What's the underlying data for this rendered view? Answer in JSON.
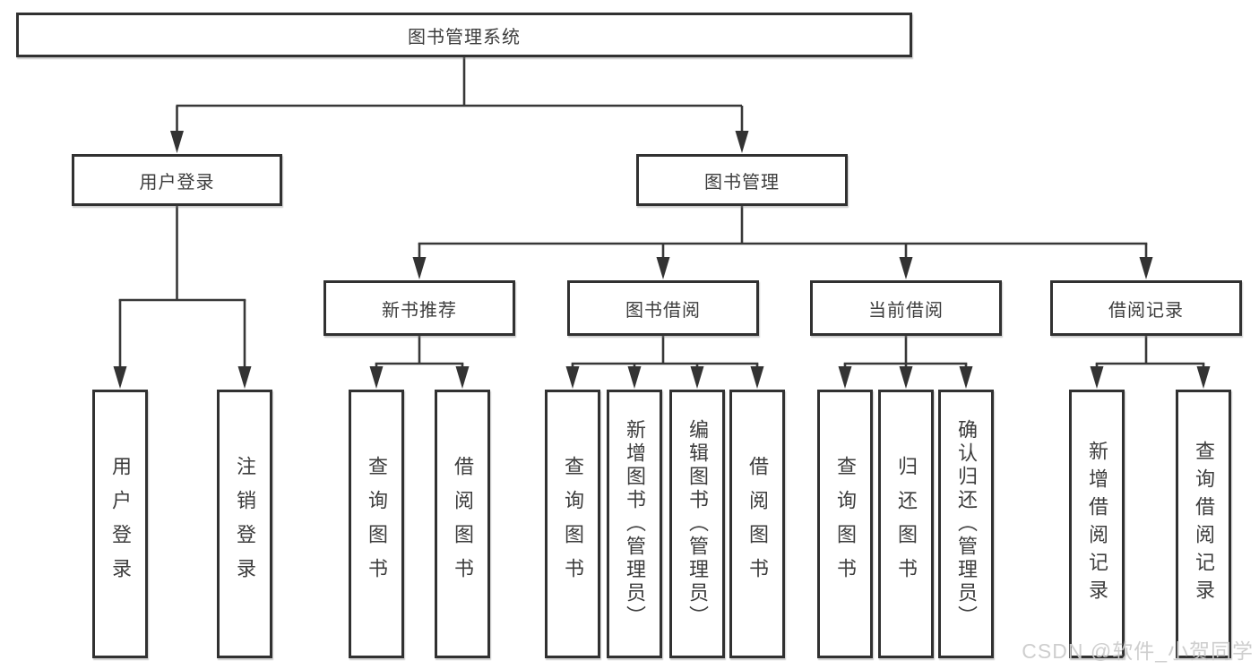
{
  "diagram": {
    "type": "hierarchy-tree",
    "tree": {
      "root": {
        "label": "图书管理系统"
      },
      "branches": [
        {
          "label": "用户登录",
          "children": [
            {
              "label": "用户登录"
            },
            {
              "label": "注销登录"
            }
          ]
        },
        {
          "label": "图书管理",
          "children": [
            {
              "label": "新书推荐",
              "children": [
                {
                  "label": "查询图书"
                },
                {
                  "label": "借阅图书"
                }
              ]
            },
            {
              "label": "图书借阅",
              "children": [
                {
                  "label": "查询图书"
                },
                {
                  "label": "新增图书（管理员）"
                },
                {
                  "label": "编辑图书（管理员）"
                },
                {
                  "label": "借阅图书"
                }
              ]
            },
            {
              "label": "当前借阅",
              "children": [
                {
                  "label": "查询图书"
                },
                {
                  "label": "归还图书"
                },
                {
                  "label": "确认归还（管理员）"
                }
              ]
            },
            {
              "label": "借阅记录",
              "children": [
                {
                  "label": "新增借阅记录"
                },
                {
                  "label": "查询借阅记录"
                }
              ]
            }
          ]
        }
      ]
    },
    "colors": {
      "box_border": "#313131",
      "connector_line": "#383838",
      "arrowhead": "#333333",
      "text": "#3d3d3d",
      "watermark": "#cbcbcb",
      "background": "#ffffff"
    }
  },
  "watermark": {
    "text": "CSDN @软件_小贺同学"
  }
}
